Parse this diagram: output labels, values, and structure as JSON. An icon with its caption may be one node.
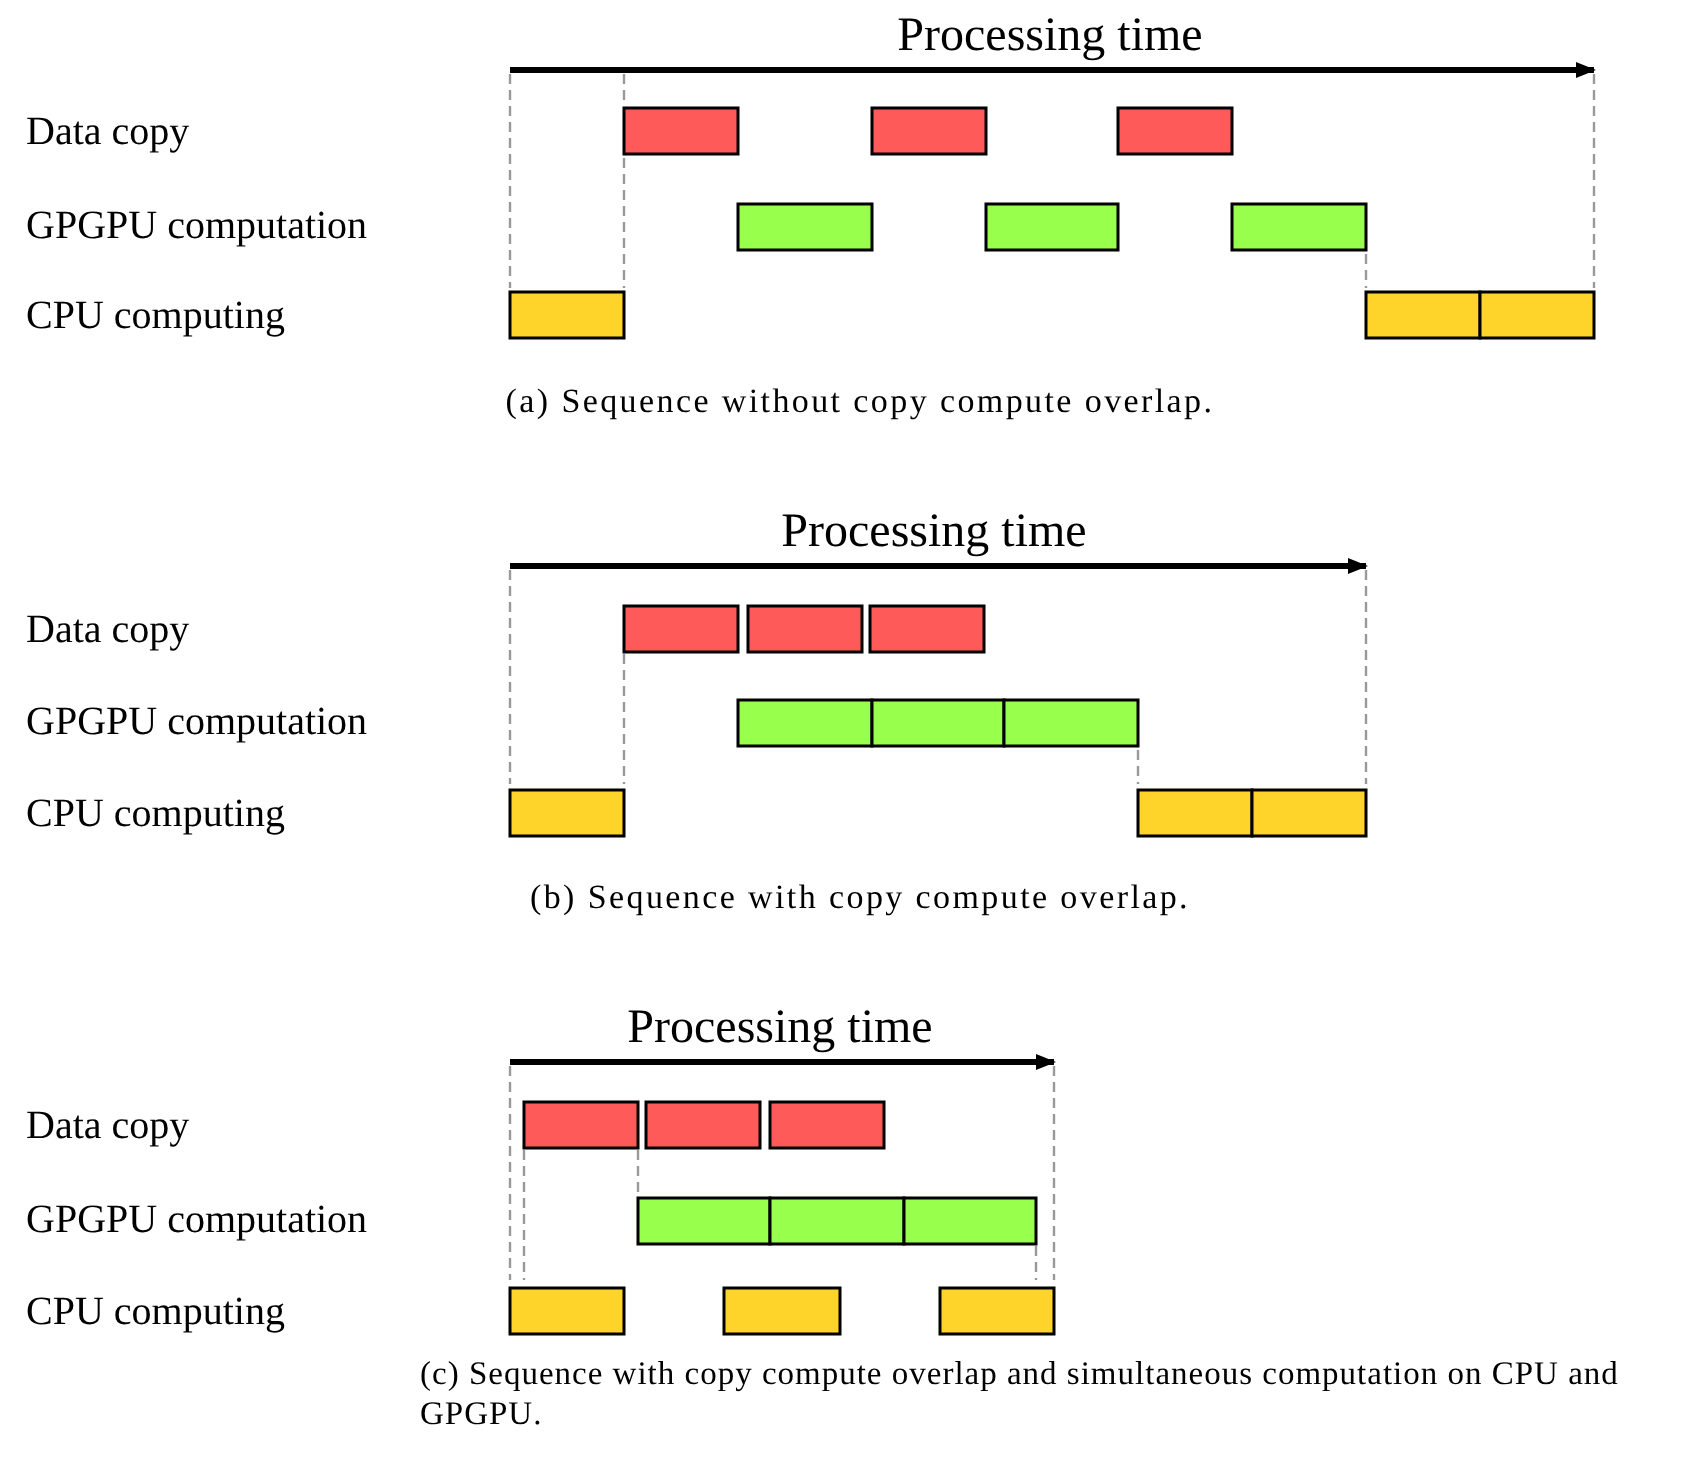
{
  "diagram": {
    "labels": [
      "Processing time",
      "Data copy",
      "GPGPU computation",
      "CPU computing",
      "(a) Sequence without copy compute overlap.",
      "Processing time",
      "Data copy",
      "GPGPU computation",
      "CPU computing",
      "(b) Sequence with copy compute overlap.",
      "Processing time",
      "Data copy",
      "GPGPU computation",
      "CPU computing",
      "(c) Sequence with copy compute overlap and simultaneous computation on CPU and GPGPU."
    ]
  }
}
